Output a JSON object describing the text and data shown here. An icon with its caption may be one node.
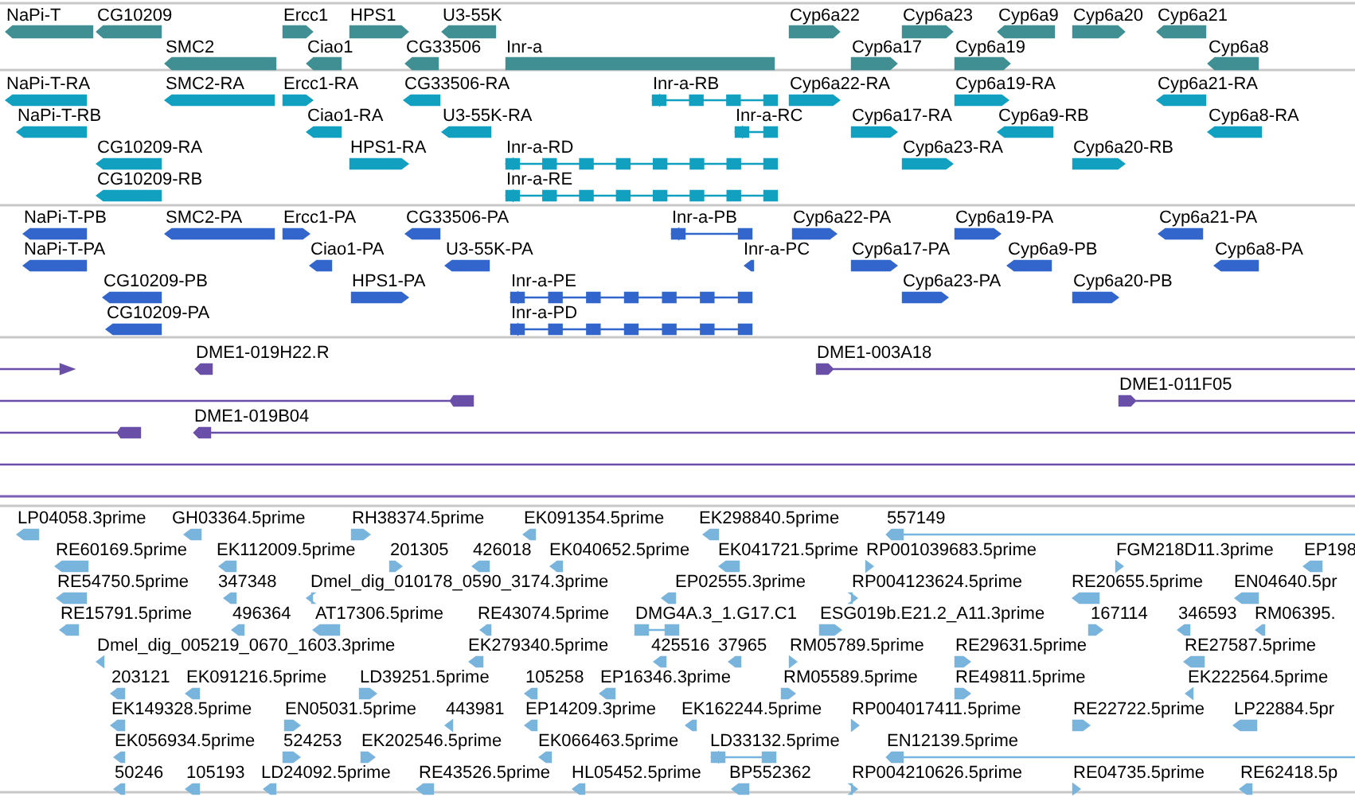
{
  "diagram": {
    "labels": [
      "NaPi-T",
      "CG10209",
      "Ercc1",
      "HPS1",
      "U3-55K",
      "Cyp6a22",
      "Cyp6a23",
      "Cyp6a9",
      "Cyp6a20",
      "Cyp6a21",
      "SMC2",
      "Ciao1",
      "CG33506",
      "Inr-a",
      "Cyp6a17",
      "Cyp6a19",
      "Cyp6a8",
      "NaPi-T-RA",
      "SMC2-RA",
      "Ercc1-RA",
      "CG33506-RA",
      "Inr-a-RB",
      "Cyp6a22-RA",
      "Cyp6a19-RA",
      "Cyp6a21-RA",
      "NaPi-T-RB",
      "Ciao1-RA",
      "U3-55K-RA",
      "Inr-a-RC",
      "Cyp6a17-RA",
      "Cyp6a9-RB",
      "Cyp6a8-RA",
      "CG10209-RA",
      "HPS1-RA",
      "Inr-a-RD",
      "Cyp6a23-RA",
      "Cyp6a20-RB",
      "CG10209-RB",
      "Inr-a-RE",
      "NaPi-T-PB",
      "SMC2-PA",
      "Ercc1-PA",
      "CG33506-PA",
      "Inr-a-PB",
      "Cyp6a22-PA",
      "Cyp6a19-PA",
      "Cyp6a21-PA",
      "NaPi-T-PA",
      "Ciao1-PA",
      "U3-55K-PA",
      "Inr-a-PC",
      "Cyp6a17-PA",
      "Cyp6a9-PB",
      "Cyp6a8-PA",
      "CG10209-PB",
      "HPS1-PA",
      "Inr-a-PE",
      "Cyp6a23-PA",
      "Cyp6a20-PB",
      "CG10209-PA",
      "Inr-a-PD",
      "DME1-019H22.R",
      "DME1-003A18",
      "DME1-011F05",
      "DME1-019B04",
      "LP04058.3prime",
      "GH03364.5prime",
      "RH38374.5prime",
      "EK091354.5prime",
      "EK298840.5prime",
      "557149",
      "RE60169.5prime",
      "EK112009.5prime",
      "201305",
      "426018",
      "EK040652.5prime",
      "EK041721.5prime",
      "RP001039683.5prime",
      "FGM218D11.3prime",
      "EP198",
      "RE54750.5prime",
      "347348",
      "Dmel_dig_010178_0590_3174.3prime",
      "EP02555.3prime",
      "RP004123624.5prime",
      "RE20655.5prime",
      "EN04640.5pr",
      "RE15791.5prime",
      "496364",
      "AT17306.5prime",
      "RE43074.5prime",
      "DMG4A.3_1.G17.C1",
      "ESG019b.E21.2_A11.3prime",
      "167114",
      "346593",
      "RM06395.",
      "Dmel_dig_005219_0670_1603.3prime",
      "EK279340.5prime",
      "425516",
      "37965",
      "RM05789.5prime",
      "RE29631.5prime",
      "RE27587.5prime",
      "203121",
      "EK091216.5prime",
      "LD39251.5prime",
      "105258",
      "EP16346.3prime",
      "RM05589.5prime",
      "RE49811.5prime",
      "EK222564.5prime",
      "EK149328.5prime",
      "EN05031.5prime",
      "443981",
      "EP14209.3prime",
      "EK162244.5prime",
      "RP004017411.5prime",
      "RE22722.5prime",
      "LP22884.5pr",
      "EK056934.5prime",
      "524253",
      "EK202546.5prime",
      "EK066463.5prime",
      "LD33132.5prime",
      "EN12139.5prime",
      "50246",
      "105193",
      "LD24092.5prime",
      "RE43526.5prime",
      "HL05452.5prime",
      "BP552362",
      "RP004210626.5prime",
      "RE04735.5prime",
      "RE62418.5p"
    ]
  }
}
